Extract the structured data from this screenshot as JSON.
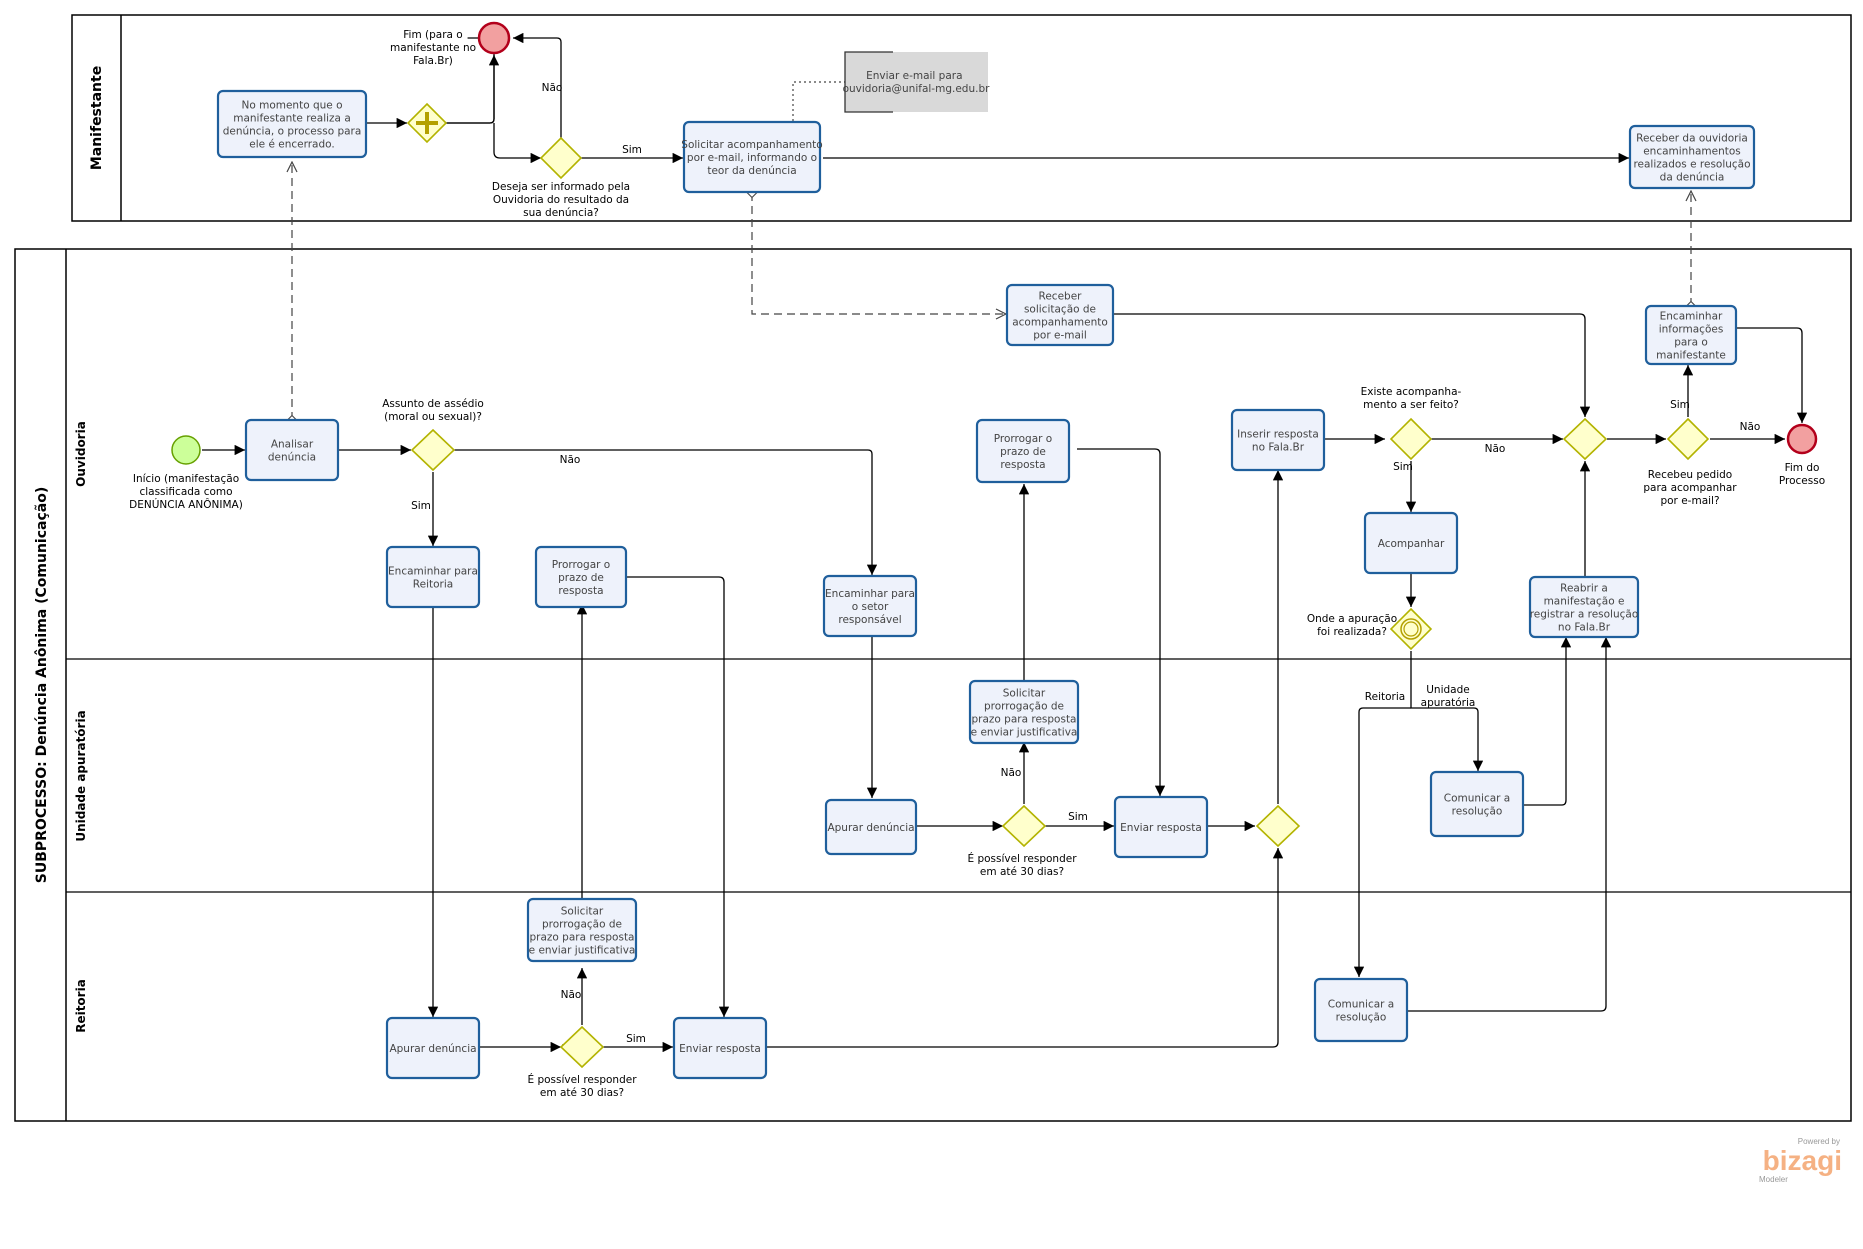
{
  "pool_manifestante": {
    "title": "Manifestante"
  },
  "pool_subprocesso": {
    "title": "SUBPROCESSO: Denúncia Anônima (Comunicação)"
  },
  "lanes": {
    "ouvidoria": "Ouvidoria",
    "unidade": "Unidade apuratória",
    "reitoria": "Reitoria"
  },
  "tasks": {
    "no_momento": [
      "No momento que o",
      "manifestante realiza a",
      "denúncia, o processo para",
      "ele é encerrado."
    ],
    "solicitar_acompanhamento": [
      "Solicitar acompanhamento",
      "por e-mail, informando o",
      "teor da denúncia"
    ],
    "receber_ouvidoria": [
      "Receber da ouvidoria",
      "encaminhamentos",
      "realizados e resolução",
      "da denúncia"
    ],
    "receber_solicitacao": [
      "Receber",
      "solicitação de",
      "acompanhamento",
      "por e-mail"
    ],
    "encaminhar_informacoes": [
      "Encaminhar",
      "informações",
      "para o",
      "manifestante"
    ],
    "analisar": [
      "Analisar",
      "denúncia"
    ],
    "encaminhar_reitoria": [
      "Encaminhar para",
      "Reitoria"
    ],
    "prorrogar_1": [
      "Prorrogar o",
      "prazo de",
      "resposta"
    ],
    "prorrogar_2": [
      "Prorrogar o",
      "prazo de",
      "resposta"
    ],
    "encaminhar_setor": [
      "Encaminhar para",
      "o setor",
      "responsável"
    ],
    "inserir_resposta": [
      "Inserir resposta",
      "no Fala.Br"
    ],
    "acompanhar": [
      "Acompanhar"
    ],
    "reabrir": [
      "Reabrir a",
      "manifestação e",
      "registrar a resolução",
      "no Fala.Br"
    ],
    "solicitar_prorrog_unidade": [
      "Solicitar",
      "prorrogação de",
      "prazo para resposta",
      "e enviar justificativa"
    ],
    "apurar_unidade": [
      "Apurar denúncia"
    ],
    "enviar_resposta_unidade": [
      "Enviar resposta"
    ],
    "comunicar_unidade": [
      "Comunicar a",
      "resolução"
    ],
    "solicitar_prorrog_reitoria": [
      "Solicitar",
      "prorrogação de",
      "prazo para resposta",
      "e enviar justificativa"
    ],
    "apurar_reitoria": [
      "Apurar denúncia"
    ],
    "enviar_resposta_reitoria": [
      "Enviar resposta"
    ],
    "comunicar_reitoria": [
      "Comunicar a",
      "resolução"
    ]
  },
  "note_email": [
    "Enviar e-mail para",
    "ouvidoria@unifal-mg.edu.br"
  ],
  "events": {
    "fim_manifestante": [
      "Fim (para o",
      "manifestante no",
      "Fala.Br)"
    ],
    "inicio": [
      "Início (manifestação",
      "classificada como",
      "DENÚNCIA ANÔNIMA)"
    ],
    "fim_processo": [
      "Fim do",
      "Processo"
    ]
  },
  "gateways": {
    "deseja": [
      "Deseja ser informado pela",
      "Ouvidoria do resultado da",
      "sua denúncia?"
    ],
    "assunto": [
      "Assunto de assédio",
      "(moral ou sexual)?"
    ],
    "existe": [
      "Existe acompanha-",
      "mento a ser feito?"
    ],
    "recebeu": [
      "Recebeu pedido",
      "para acompanhar",
      "por e-mail?"
    ],
    "onde": [
      "Onde a apuração",
      "foi realizada?"
    ],
    "possivel_unidade": [
      "É possível responder",
      "em até 30 dias?"
    ],
    "possivel_reitoria": [
      "É possível responder",
      "em até 30 dias?"
    ]
  },
  "flow_labels": {
    "sim": "Sim",
    "nao": "Não",
    "reitoria": "Reitoria",
    "unidade_apuratoria": [
      "Unidade",
      "apuratória"
    ]
  },
  "branding": {
    "powered": "Powered by",
    "name": "bizagi",
    "sub": "Modeler"
  },
  "colors": {
    "task_border": "#1f5f9c",
    "task_fill": "#eef2fb",
    "gateway_fill": "#ffffcc",
    "start_event": "#ccff99",
    "end_event": "#f2a0a0",
    "brand": "#f5b183"
  }
}
